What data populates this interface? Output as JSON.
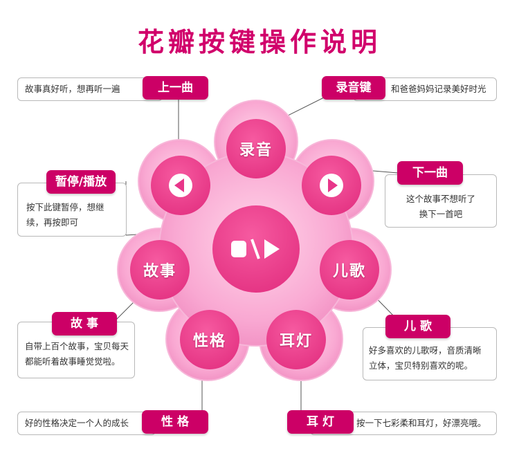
{
  "title": "花瓣按键操作说明",
  "colors": {
    "accent": "#cc0066",
    "title": "#d1006b",
    "button": "#e83a8a",
    "body": "#f7a3cf",
    "text": "#333333"
  },
  "labels": {
    "prev": "上一曲",
    "record": "录音键",
    "next": "下一曲",
    "pause": "暂停/播放",
    "story": "故 事",
    "song": "儿 歌",
    "character": "性 格",
    "lamp": "耳 灯"
  },
  "descriptions": {
    "prev": "故事真好听，想再听一遍",
    "record": "和爸爸妈妈记录美好时光",
    "next": [
      "这个故事不想听了",
      "换下一首吧"
    ],
    "pause": [
      "按下此键暂停，想继",
      "续，再按即可"
    ],
    "story": [
      "自带上百个故事，宝贝每天",
      "都能听着故事睡觉觉啦。"
    ],
    "song": [
      "好多喜欢的儿歌呀，音质清晰",
      "立体，宝贝特别喜欢的呢。"
    ],
    "character": "好的性格决定一个人的成长",
    "lamp": "按一下七彩柔和耳灯，好漂亮哦。"
  },
  "buttons": {
    "record": "录音",
    "story": "故事",
    "song": "儿歌",
    "character": "性格",
    "lamp": "耳灯",
    "prev_icon": "triangle-left-icon",
    "next_icon": "triangle-right-icon",
    "play_pause_icon": "play-pause-icon"
  }
}
